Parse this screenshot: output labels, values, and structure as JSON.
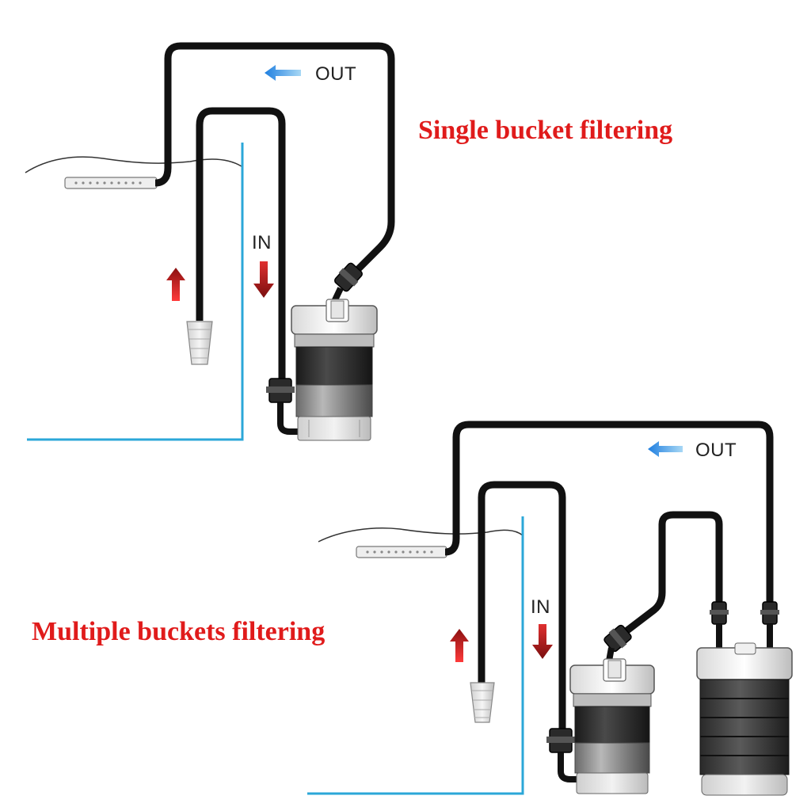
{
  "colors": {
    "caption": "#e01b1b",
    "hose": "#111111",
    "tank_wall": "#2ba7d8",
    "out_arrow": "#2a8fdc",
    "in_arrow": "#c8201e",
    "label_text": "#222222"
  },
  "single": {
    "caption": "Single bucket filtering",
    "out_label": "OUT",
    "in_label": "IN"
  },
  "multiple": {
    "caption": "Multiple buckets filtering",
    "out_label": "OUT",
    "in_label": "IN"
  }
}
